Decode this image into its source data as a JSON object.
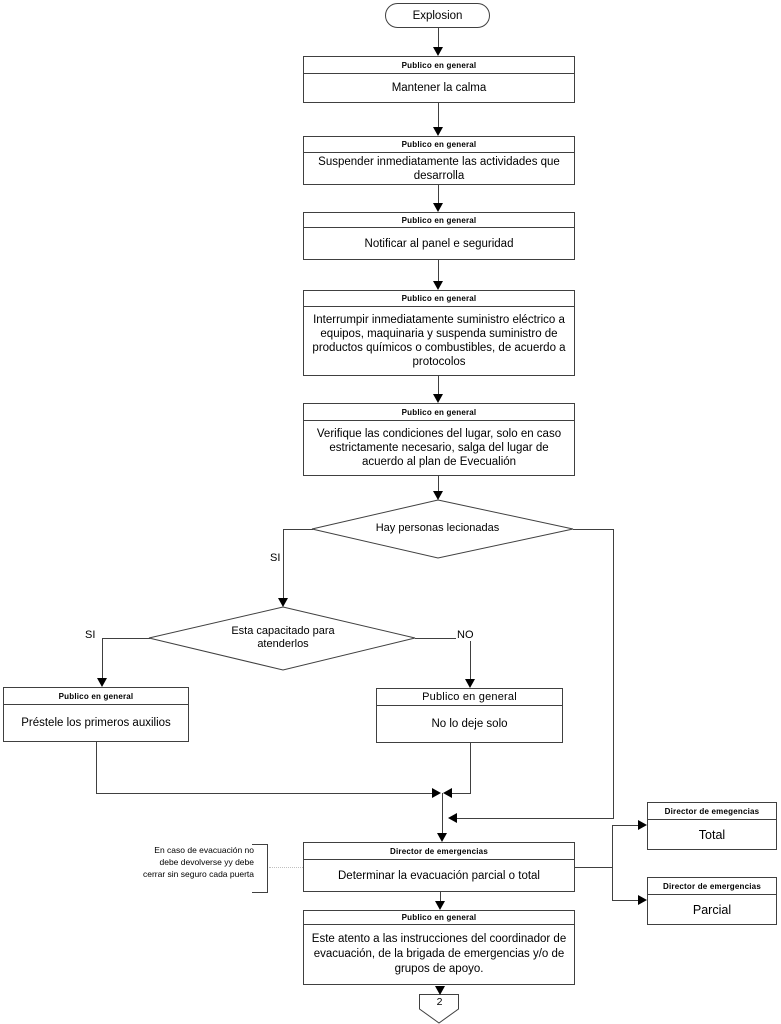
{
  "diagram": {
    "start": "Explosion",
    "steps": {
      "calma": {
        "header": "Publico en general",
        "body": "Mantener la calma"
      },
      "suspender": {
        "header": "Publico en general",
        "body": "Suspender inmediatamente las actividades que desarrolla"
      },
      "notificar": {
        "header": "Publico en general",
        "body": "Notificar al panel e seguridad"
      },
      "interrumpir": {
        "header": "Publico en general",
        "body": "Interrumpir inmediatamente suministro eléctrico a equipos, maquinaria y suspenda suministro de productos químicos o combustibles, de acuerdo a protocolos"
      },
      "verifique": {
        "header": "Publico en general",
        "body": "Verifique las condiciones del lugar, solo en caso estrictamente necesario, salga del lugar de acuerdo al plan de Evecualión"
      },
      "prestele": {
        "header": "Publico en general",
        "body": "Préstele los primeros auxilios"
      },
      "no_deje_solo": {
        "header": "Publico en general",
        "body": "No lo deje solo"
      },
      "determinar": {
        "header": "Director de emergencias",
        "body": "Determinar la evacuación parcial o total"
      },
      "total": {
        "header": "Director de emegencias",
        "body": "Total"
      },
      "parcial": {
        "header": "Director de emergencias",
        "body": "Parcial"
      },
      "atento": {
        "header": "Publico en general",
        "body": "Este atento a las instrucciones del coordinador de evacuación, de la brigada de emergencias y/o de grupos de apoyo."
      }
    },
    "decisions": {
      "lesionadas": {
        "question": "Hay personas lecionadas",
        "branch_si": "SI"
      },
      "capacitado": {
        "question": "Esta capacitado para atenderlos",
        "branch_si": "SI",
        "branch_no": "NO"
      }
    },
    "annotation": "En caso de evacuación no debe devolverse yy debe cerrar sin seguro cada puerta",
    "offpage_connector": "2",
    "colors": {
      "line": "#404040",
      "text": "#000000",
      "background": "#ffffff",
      "arrow": "#000000"
    }
  }
}
